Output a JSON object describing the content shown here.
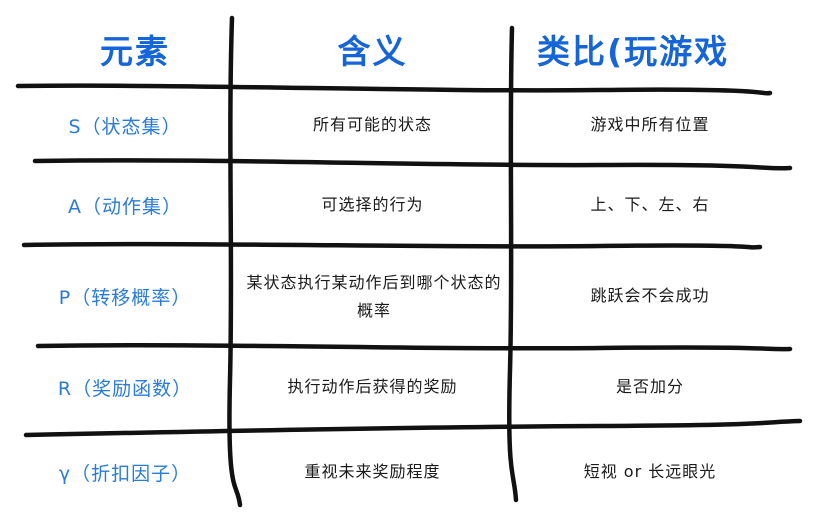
{
  "header": {
    "col1": "元素",
    "col2": "含义",
    "col3": "类比(玩游戏"
  },
  "rows": [
    {
      "element": "S（状态集）",
      "meaning": "所有可能的状态",
      "analogy": "游戏中所有位置"
    },
    {
      "element": "A（动作集）",
      "meaning": "可选择的行为",
      "analogy": "上、下、左、右"
    },
    {
      "element": "P（转移概率）",
      "meaning": "某状态执行某动作后到哪个状态的概率",
      "analogy": "跳跃会不会成功"
    },
    {
      "element": "R（奖励函数）",
      "meaning": "执行动作后获得的奖励",
      "analogy": "是否加分"
    },
    {
      "element": "γ（折扣因子）",
      "meaning": "重视未来奖励程度",
      "analogy": "短视 or 长远眼光"
    }
  ],
  "colors": {
    "header": "#1565d8",
    "element_text": "#2a7bd8",
    "body_text": "#1a1a1a",
    "lines": "#111111"
  }
}
